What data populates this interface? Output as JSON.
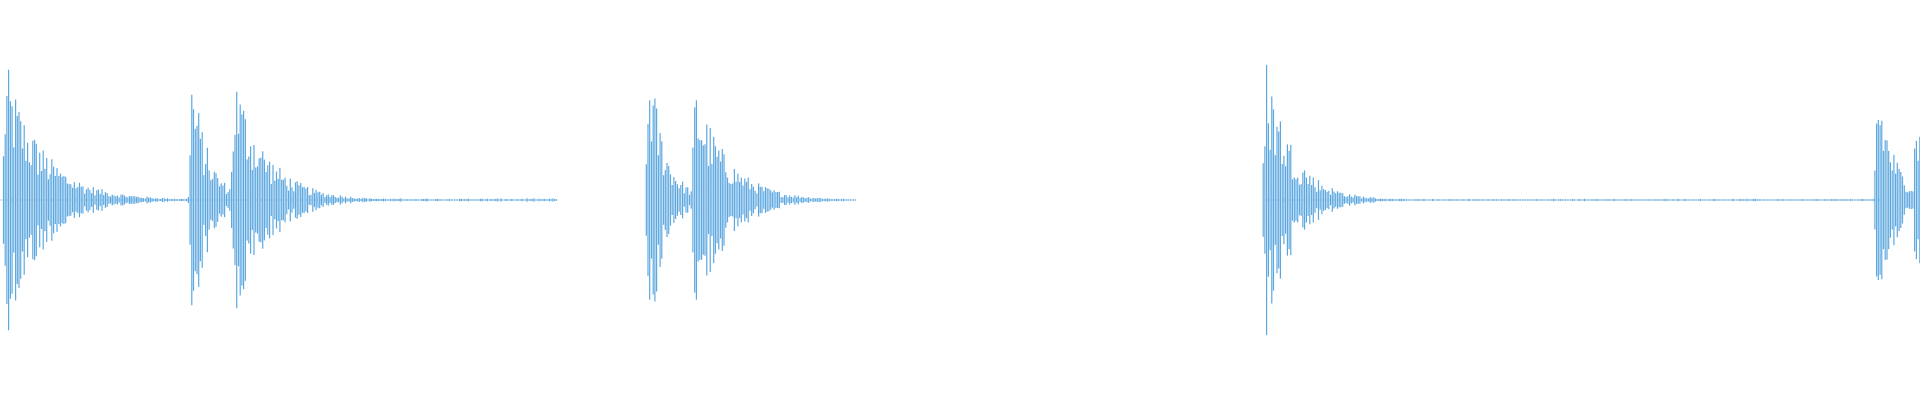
{
  "waveform": {
    "color": "#5ea8e0",
    "background": "#ffffff",
    "events": [
      {
        "position": 0.003,
        "peak": 0.86,
        "decay": 0.07
      },
      {
        "position": 0.1,
        "peak": 0.84,
        "decay": 0.03
      },
      {
        "position": 0.122,
        "peak": 0.82,
        "decay": 0.06
      },
      {
        "position": 0.338,
        "peak": 0.95,
        "decay": 0.03
      },
      {
        "position": 0.362,
        "peak": 0.74,
        "decay": 0.06
      },
      {
        "position": 0.659,
        "peak": 0.94,
        "decay": 0.05
      },
      {
        "position": 0.978,
        "peak": 0.82,
        "decay": 0.03
      },
      {
        "position": 0.998,
        "peak": 0.65,
        "decay": 0.02
      }
    ],
    "noise_segments": [
      {
        "start": 0.02,
        "end": 0.29,
        "amplitude": 0.008
      },
      {
        "start": 0.66,
        "end": 0.98,
        "amplitude": 0.006
      }
    ]
  }
}
